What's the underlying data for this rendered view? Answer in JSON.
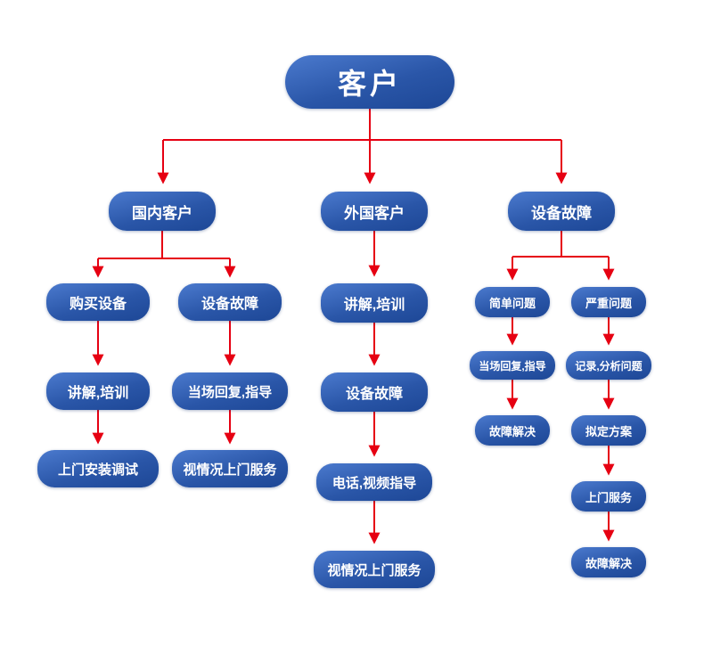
{
  "nodes": {
    "root": "客户",
    "domestic": "国内客户",
    "foreign": "外国客户",
    "fault": "设备故障",
    "dom_buy": "购买设备",
    "dom_fault": "设备故障",
    "dom_buy_train": "讲解,培训",
    "dom_buy_install": "上门安装调试",
    "dom_fault_reply": "当场回复,指导",
    "dom_fault_visit": "视情况上门服务",
    "for_train": "讲解,培训",
    "for_fault": "设备故障",
    "for_guide": "电话,视频指导",
    "for_visit": "视情况上门服务",
    "flt_simple": "简单问题",
    "flt_severe": "严重问题",
    "flt_simple_reply": "当场回复,指导",
    "flt_simple_solve": "故障解决",
    "flt_severe_record": "记录,分析问题",
    "flt_severe_plan": "拟定方案",
    "flt_severe_visit": "上门服务",
    "flt_severe_solve": "故障解决"
  },
  "colors": {
    "node_top": "#4b7ace",
    "node_mid": "#2a56a8",
    "node_bottom": "#1d4796",
    "arrow": "#e60012",
    "text": "#ffffff",
    "background": "#ffffff"
  }
}
